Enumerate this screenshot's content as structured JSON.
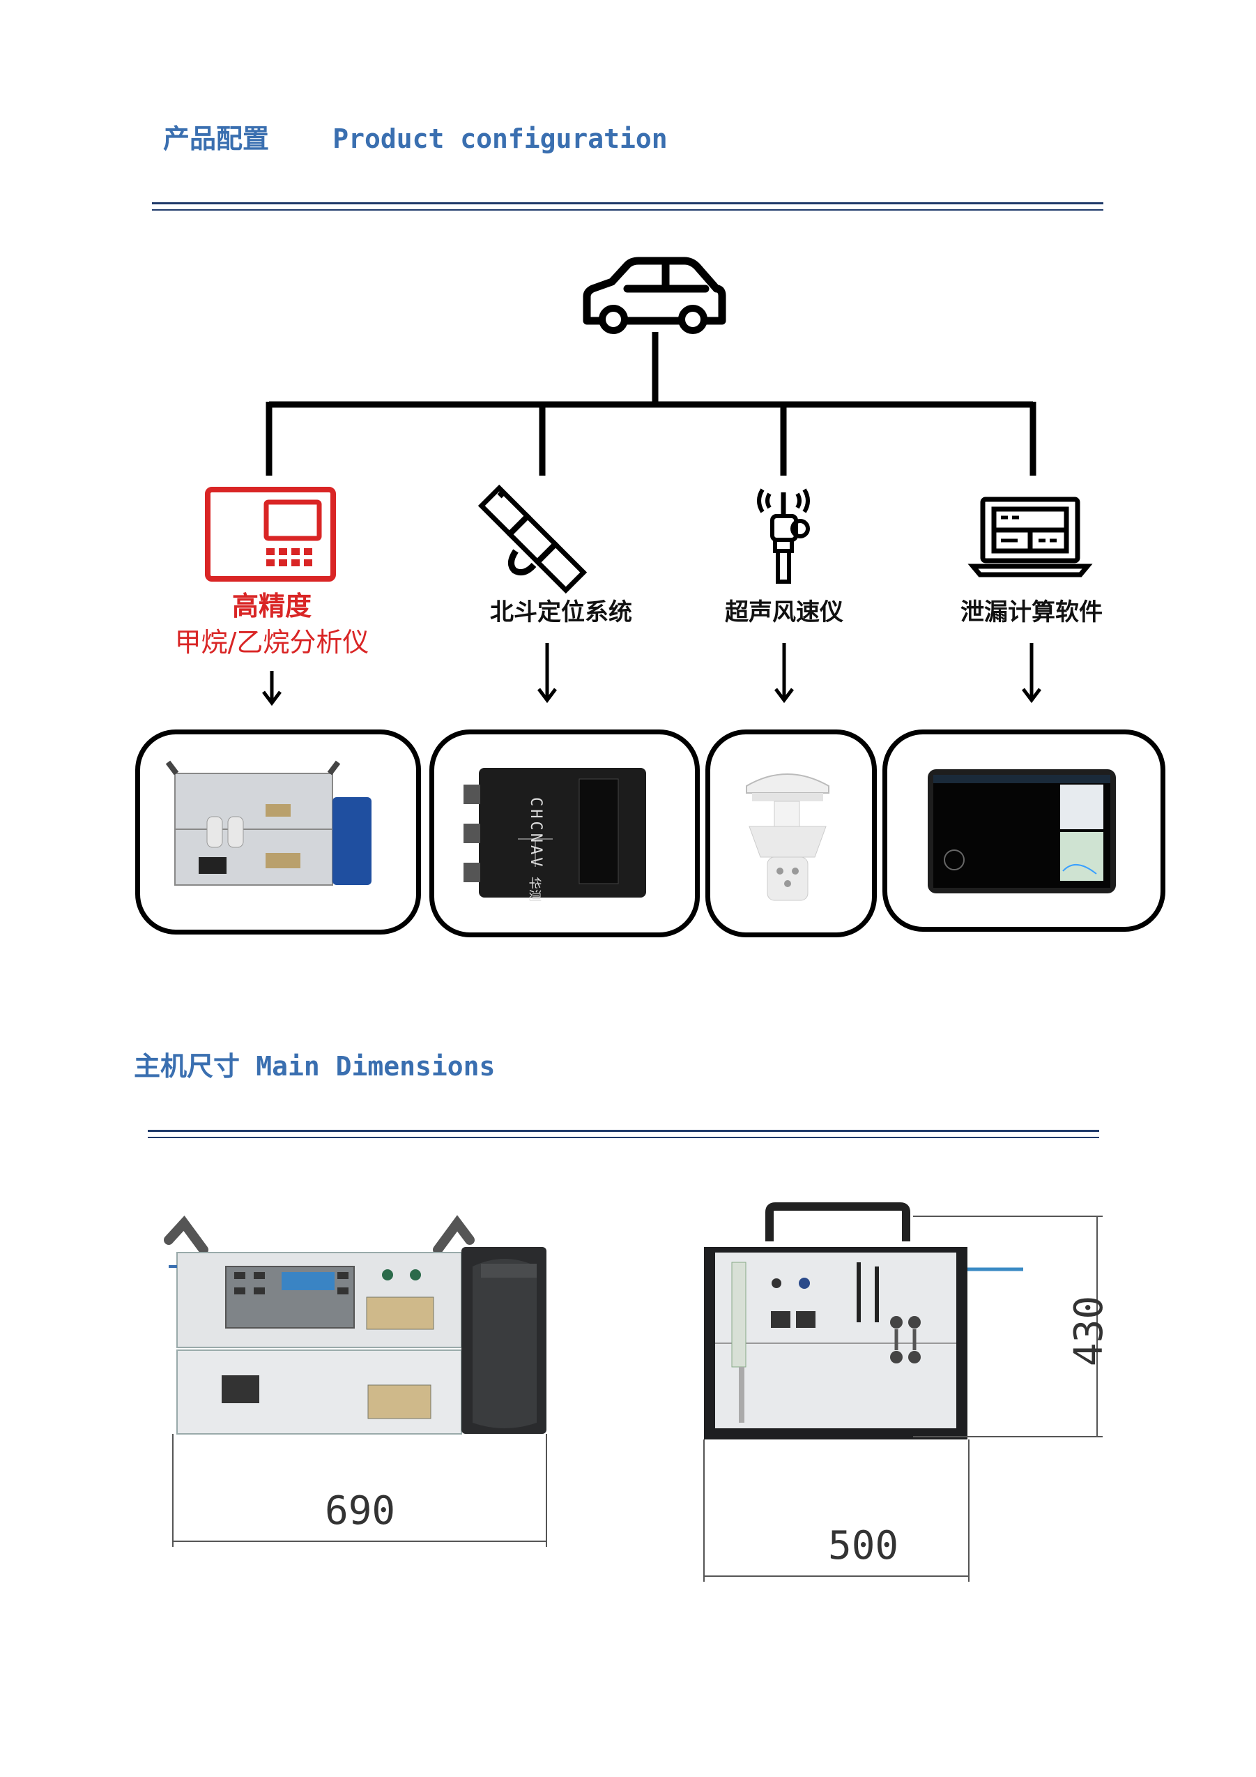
{
  "section1": {
    "title_cn": "产品配置",
    "title_en": "Product configuration"
  },
  "nodes": [
    {
      "line1": "高精度",
      "line2": "甲烷/乙烷分析仪",
      "icon": "analyzer-icon",
      "color": "#d92525"
    },
    {
      "line1": "北斗定位系统",
      "icon": "satellite-icon",
      "color": "#111111"
    },
    {
      "line1": "超声风速仪",
      "icon": "anemometer-icon",
      "color": "#111111"
    },
    {
      "line1": "泄漏计算软件",
      "icon": "laptop-software-icon",
      "color": "#111111"
    }
  ],
  "product_images": {
    "gnss_brand": "CHCNAV",
    "gnss_brand_cn": "华测"
  },
  "section2": {
    "title_cn": "主机尺寸",
    "title_en": "Main Dimensions"
  },
  "dimensions": {
    "width": "690",
    "depth": "500",
    "height": "430"
  }
}
